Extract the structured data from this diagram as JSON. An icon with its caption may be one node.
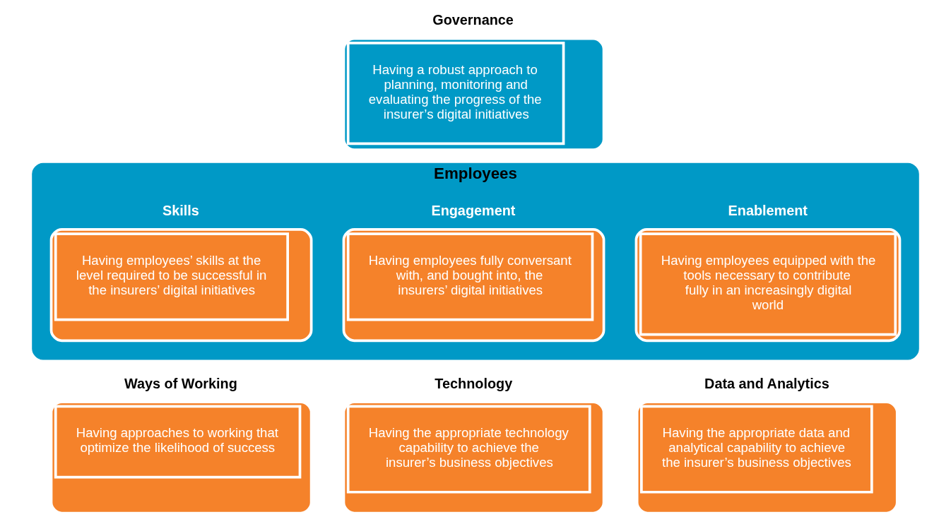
{
  "diagram": {
    "nodes": [
      {
        "text": [
          "Governance",
          "Having a robust approach to planning, monitoring and evaluating the progress of the insurer’s digital initiatives"
        ]
      },
      {
        "text": [
          "Employees"
        ]
      },
      {
        "text": [
          "Skills",
          "Having employees’ skills at the level required to be successful in the insurers’ digital initiatives"
        ],
        "in": 1
      },
      {
        "text": [
          "Engagement",
          "Having employees fully conversant with, and bought into, the insurers’ digital initiatives"
        ],
        "in": 1
      },
      {
        "text": [
          "Enablement",
          "Having employees equipped with the tools necessary to contribute fully in an increasingly digital world"
        ],
        "in": 1
      },
      {
        "text": [
          "Ways of Working",
          "Having approaches to working that optimize the likelihood of success"
        ]
      },
      {
        "text": [
          "Technology",
          "Having the appropriate technology capability to achieve the insurer’s business objectives"
        ]
      },
      {
        "text": [
          "Data and Analytics",
          "Having the appropriate data and analytical capability to achieve the insurer’s business objectives"
        ]
      }
    ],
    "edges": []
  }
}
